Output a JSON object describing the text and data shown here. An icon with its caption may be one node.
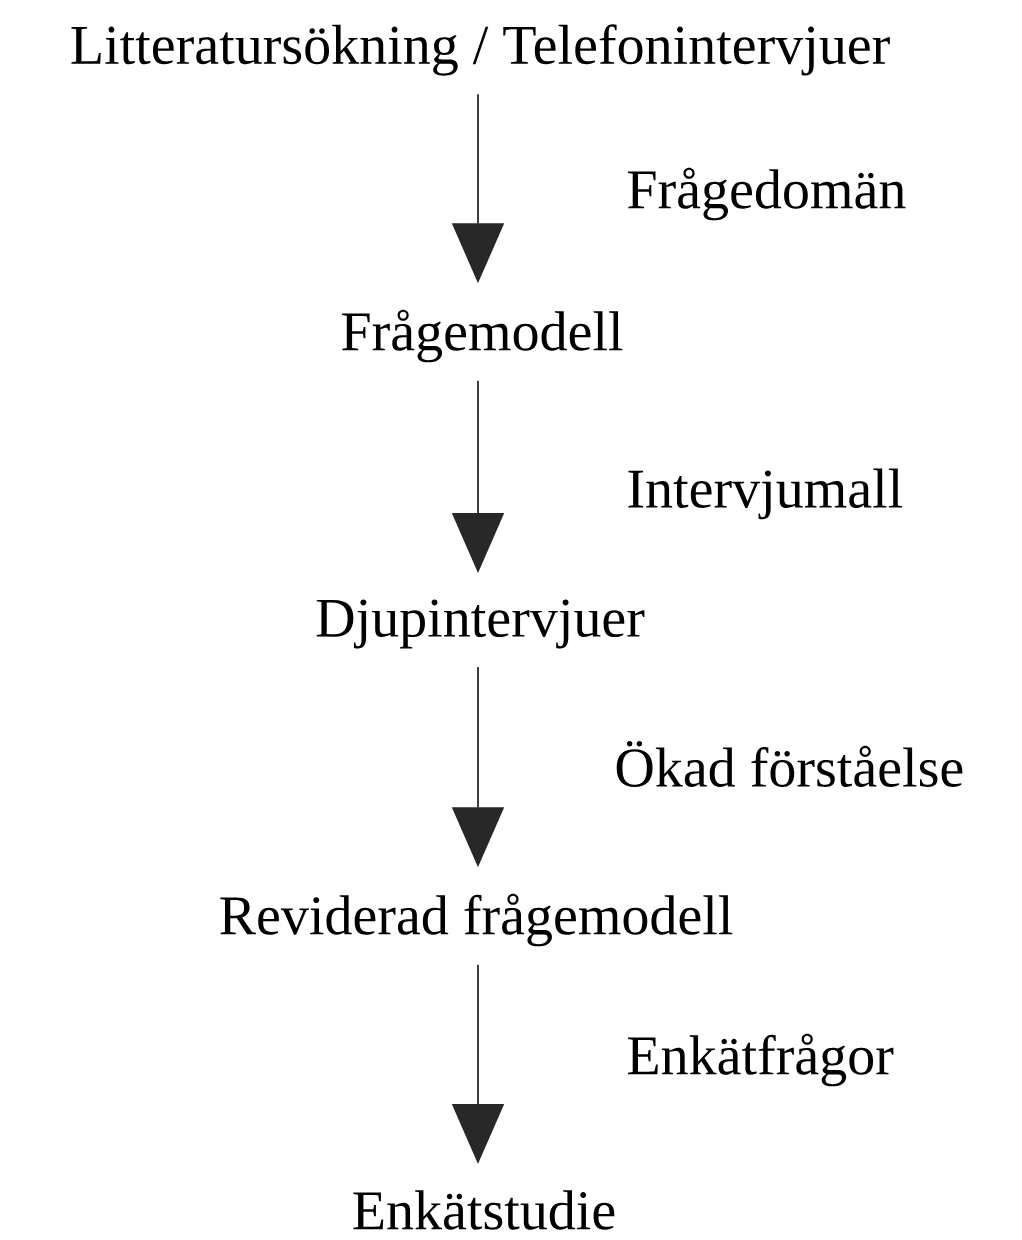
{
  "diagram": {
    "nodes": [
      {
        "text": [
          "Litteratursökning / Telefonintervjuer"
        ]
      },
      {
        "text": [
          "Frågemodell"
        ]
      },
      {
        "text": [
          "Djupintervjuer"
        ]
      },
      {
        "text": [
          "Reviderad frågemodell"
        ]
      },
      {
        "text": [
          "Enkätstudie"
        ]
      }
    ],
    "edges": [
      {
        "from": 0,
        "to": 1,
        "arrow": "to",
        "label": "Frågedomän"
      },
      {
        "from": 1,
        "to": 2,
        "arrow": "to",
        "label": "Intervjumall"
      },
      {
        "from": 2,
        "to": 3,
        "arrow": "to",
        "label": "Ökad förståelse"
      },
      {
        "from": 3,
        "to": 4,
        "arrow": "to",
        "label": "Enkätfrågor"
      }
    ]
  }
}
